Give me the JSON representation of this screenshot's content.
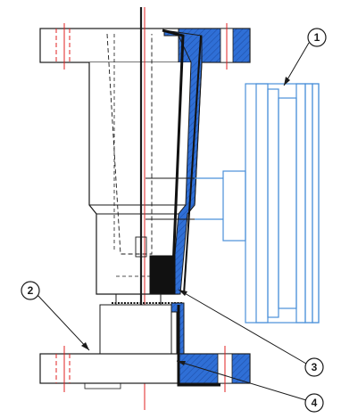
{
  "colors": {
    "outline": "#1a1a1a",
    "section_fill": "#2f6fd6",
    "hatch": "#1f4fa8",
    "centerline": "#e02020",
    "indicator": "#4a90d9",
    "float": "#111111"
  },
  "callouts": [
    {
      "label": "1"
    },
    {
      "label": "2"
    },
    {
      "label": "3"
    },
    {
      "label": "4"
    }
  ]
}
